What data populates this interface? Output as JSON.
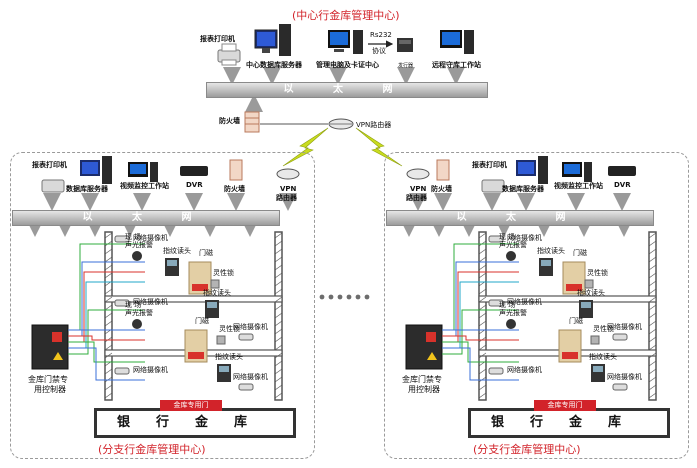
{
  "titles": {
    "center": "(中心行金库管理中心)",
    "branch": "(分支行金库管理中心)"
  },
  "center": {
    "report_printer": "报表打印机",
    "db_server": "中心数据库服务器",
    "mgmt_pc": "管理电脑及卡证中心",
    "protocol_rs232": "Rs232",
    "protocol_label": "协议",
    "issuer": "发行器",
    "remote_station": "远程守库工作站",
    "ethernet": "以 太 网",
    "firewall": "防火墙",
    "vpn_router": "VPN路由器"
  },
  "branch": {
    "report_printer": "报表打印机",
    "db_server": "数据库服务器",
    "video_station": "视频监控工作站",
    "dvr": "DVR",
    "firewall": "防火墙",
    "vpn_router_line1": "VPN",
    "vpn_router_line2": "路由器",
    "ethernet": "以 太 网",
    "network_camera": "网络摄像机",
    "alarm_line1": "现 场",
    "alarm_line2": "声光报警",
    "fingerprint_reader": "指纹读头",
    "door_sensor": "门磁",
    "lock": "灵性锁",
    "controller_line1": "金库门禁专",
    "controller_line2": "用控制器",
    "vault_door": "金库专用门",
    "bank_vault": "银行金库"
  },
  "colors": {
    "title_red": "#d2232a",
    "ethernet_bar": "#a8a8a8",
    "lightning": "#c9dc1f",
    "wire_green": "#2fae3c",
    "wire_blue": "#3a6fd8",
    "wire_red": "#d8322b",
    "wire_cyan": "#22a7c9",
    "wall": "#555555"
  }
}
